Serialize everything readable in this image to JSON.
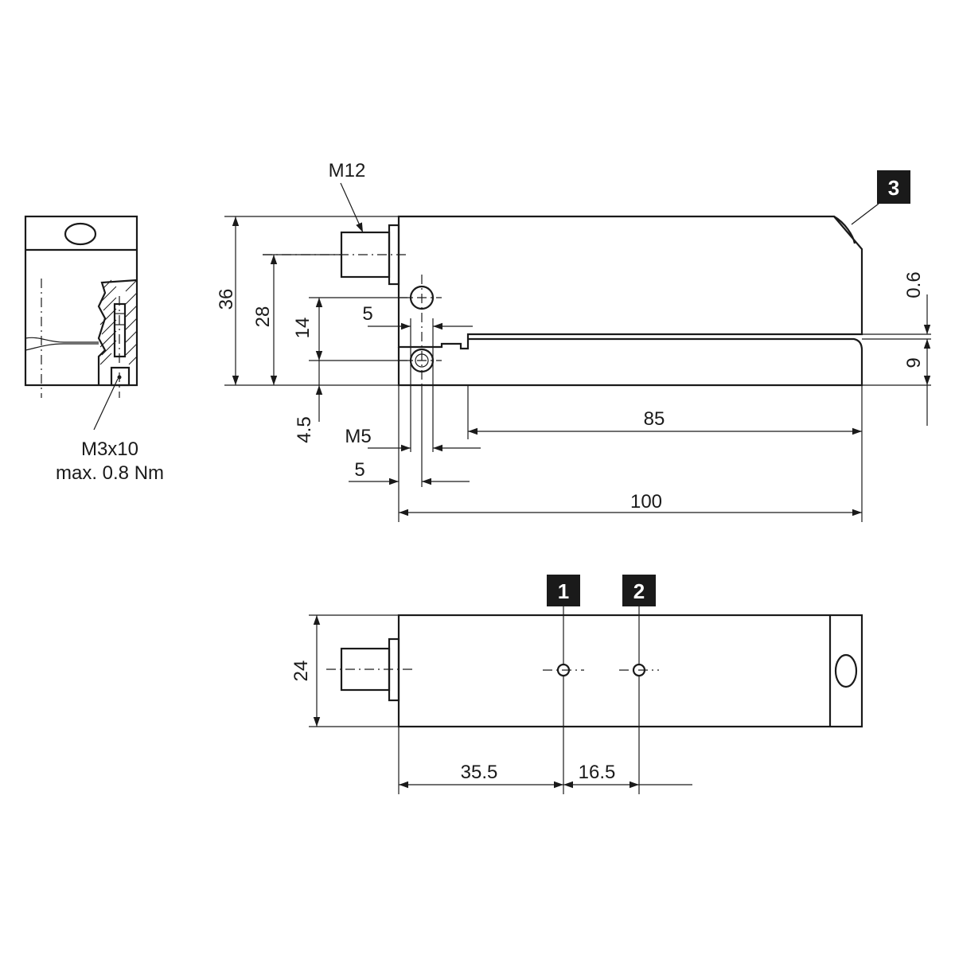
{
  "dimensions": {
    "thread_connector": "M12",
    "height_total": "36",
    "height_connector": "28",
    "hole_spacing": "14",
    "hole_offset_a": "5",
    "groove_gap": "0.6",
    "base_height": "9",
    "bottom_offset": "4.5",
    "mount_thread": "M5",
    "hole_offset_b": "5",
    "length_base": "85",
    "length_total": "100",
    "width": "24",
    "position_1": "35.5",
    "position_2": "16.5"
  },
  "screw_note": {
    "line1": "M3x10",
    "line2": "max. 0.8 Nm"
  },
  "markers": {
    "m1": "1",
    "m2": "2",
    "m3": "3"
  }
}
